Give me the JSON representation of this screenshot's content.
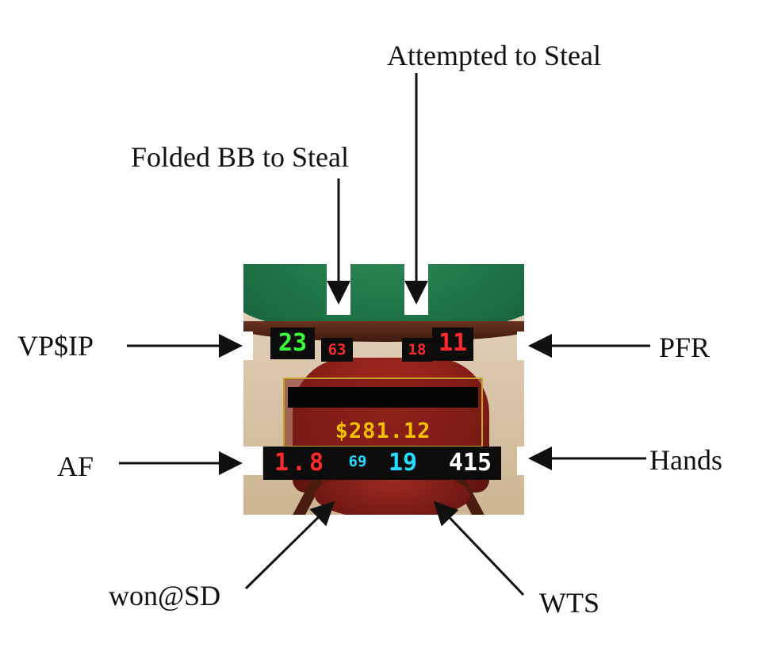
{
  "labels": {
    "attempted_to_steal": "Attempted to Steal",
    "folded_bb_to_steal": "Folded BB to Steal",
    "vpip": "VP$IP",
    "pfr": "PFR",
    "af": "AF",
    "hands": "Hands",
    "won_at_sd": "won@SD",
    "wts": "WTS"
  },
  "hud": {
    "vpip": "23",
    "folded_bb_to_steal": "63",
    "attempted_to_steal": "18",
    "pfr": "11",
    "af": "1.8",
    "won_at_sd": "69",
    "wts": "19",
    "hands": "415",
    "stack": "$281.12"
  },
  "colors": {
    "green": "#39ff3a",
    "red": "#ff2a2a",
    "cyan": "#22ddff",
    "white": "#ffffff",
    "gold": "#f2c200"
  }
}
